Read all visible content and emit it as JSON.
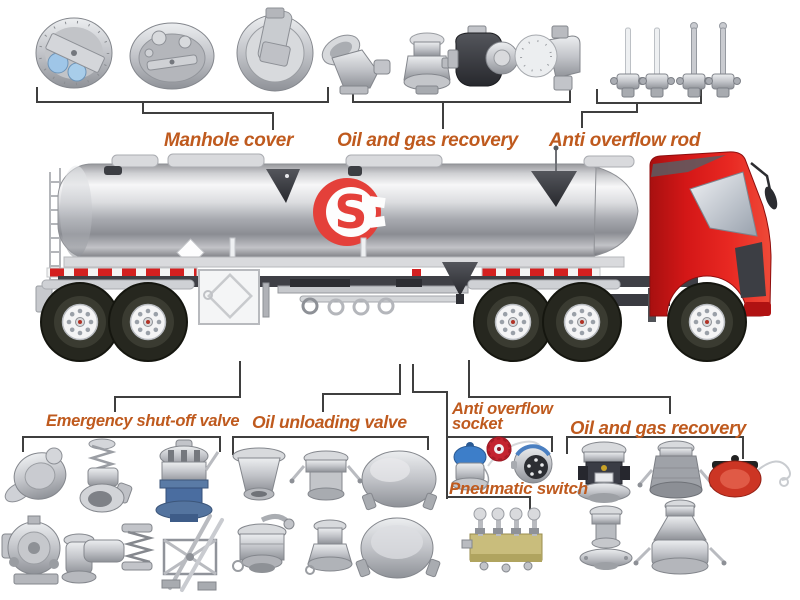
{
  "labels": {
    "manhole_cover": "Manhole cover",
    "oil_and_gas_recovery_top": "Oil and gas recovery",
    "anti_overflow_rod": "Anti overflow rod",
    "emergency_shut_off_valve": "Emergency shut-off valve",
    "oil_unloading_valve": "Oil unloading valve",
    "anti_overflow_socket": "Anti overflow socket",
    "pneumatic_switch": "Pneumatic switch",
    "oil_and_gas_recovery_bottom": "Oil and gas recovery"
  },
  "truck": {
    "logo_letter": "S"
  },
  "colors": {
    "label_text": "#bf5a1e",
    "connector_line": "#3f3f3f",
    "cab_red": "#d81919",
    "logo_red": "#e4403a",
    "stripe_red": "#d42020",
    "tank_silver": "#c6c7cb",
    "part_blue": "#3d7ec9",
    "brass_block": "#c9bd7c"
  },
  "part_icons": {
    "manhole_cover_parts": [
      "manhole-cover-bolted-icon",
      "manhole-cover-oval-icon",
      "manhole-cover-latch-icon"
    ],
    "oil_and_gas_recovery_top_parts": [
      "breather-valve-icon",
      "vapor-valve-icon",
      "vapor-recovery-valve-dark-icon",
      "vapor-recovery-valve-flanged-icon"
    ],
    "anti_overflow_rod_parts": [
      "overflow-rod-icon",
      "overflow-rod-icon",
      "overflow-rod-icon",
      "overflow-rod-icon"
    ],
    "emergency_shut_off_valve_parts": [
      "shutoff-valve-round-icon",
      "shutoff-valve-spring-icon",
      "shutoff-valve-blue-icon",
      "shutoff-pump-icon",
      "shutoff-elbow-icon",
      "shutoff-lever-icon"
    ],
    "oil_unloading_valve_parts": [
      "unloading-cone-coupling-icon",
      "unloading-camlock-icon",
      "unloading-dome-cap-icon",
      "unloading-handle-coupling-icon",
      "unloading-adapter-icon",
      "unloading-disc-cap-icon"
    ],
    "anti_overflow_socket_parts": [
      "blue-socket-icon",
      "red-knob-icon",
      "dial-socket-icon"
    ],
    "pneumatic_switch_parts": [
      "pneumatic-manifold-icon"
    ],
    "oil_and_gas_recovery_bottom_parts": [
      "recovery-adapter-icon",
      "recovery-camlock-gray-icon",
      "recovery-coupler-red-icon",
      "recovery-flanged-adapter-icon",
      "recovery-reducer-icon"
    ]
  }
}
